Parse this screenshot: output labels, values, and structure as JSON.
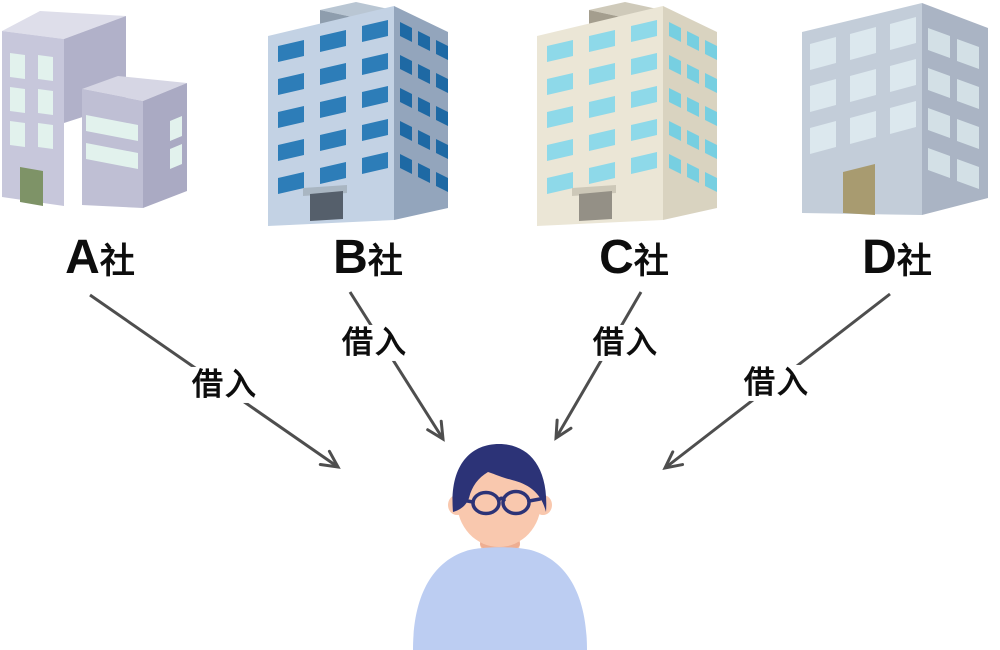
{
  "companies": [
    {
      "letter": "A",
      "suffix": "社",
      "arrow_label": "借入"
    },
    {
      "letter": "B",
      "suffix": "社",
      "arrow_label": "借入"
    },
    {
      "letter": "C",
      "suffix": "社",
      "arrow_label": "借入"
    },
    {
      "letter": "D",
      "suffix": "社",
      "arrow_label": "借入"
    }
  ],
  "colors": {
    "background": "#ffffff",
    "arrow": "#4e4e4e",
    "label_text": "#0d0d0d",
    "building_a": {
      "top": "#dedeea",
      "front": "#c7c7db",
      "side": "#b1b1c9",
      "annex_top": "#d6d6e4",
      "annex_front": "#bfbfd4",
      "annex_side": "#aaaac3",
      "window": "#e2f2ed",
      "door": "#7e9367"
    },
    "building_b": {
      "front": "#c3d2e4",
      "side": "#93a5bc",
      "roof_top": "#b9c6d3",
      "roof_front": "#8e9dad",
      "window_front": "#2d7db8",
      "window_side": "#1e69a4",
      "door": "#555f6b",
      "lintel": "#a9b6c2"
    },
    "building_c": {
      "front": "#ebe6d6",
      "side": "#d9d3c0",
      "roof_top": "#cfcaba",
      "roof_front": "#a49e8e",
      "window_front": "#8ed9e9",
      "window_side": "#77cfe1",
      "door": "#949086",
      "lintel": "#cdc8b8"
    },
    "building_d": {
      "front": "#c3cdd9",
      "side": "#aab4c4",
      "window_front": "#dce8ee",
      "window_side": "#d3e0e6",
      "door": "#a89b70"
    },
    "person": {
      "hair": "#2c3377",
      "skin": "#f9c8ae",
      "skin_shadow": "#eeae92",
      "glasses": "#2c3377",
      "shirt": "#bccdf2"
    }
  }
}
